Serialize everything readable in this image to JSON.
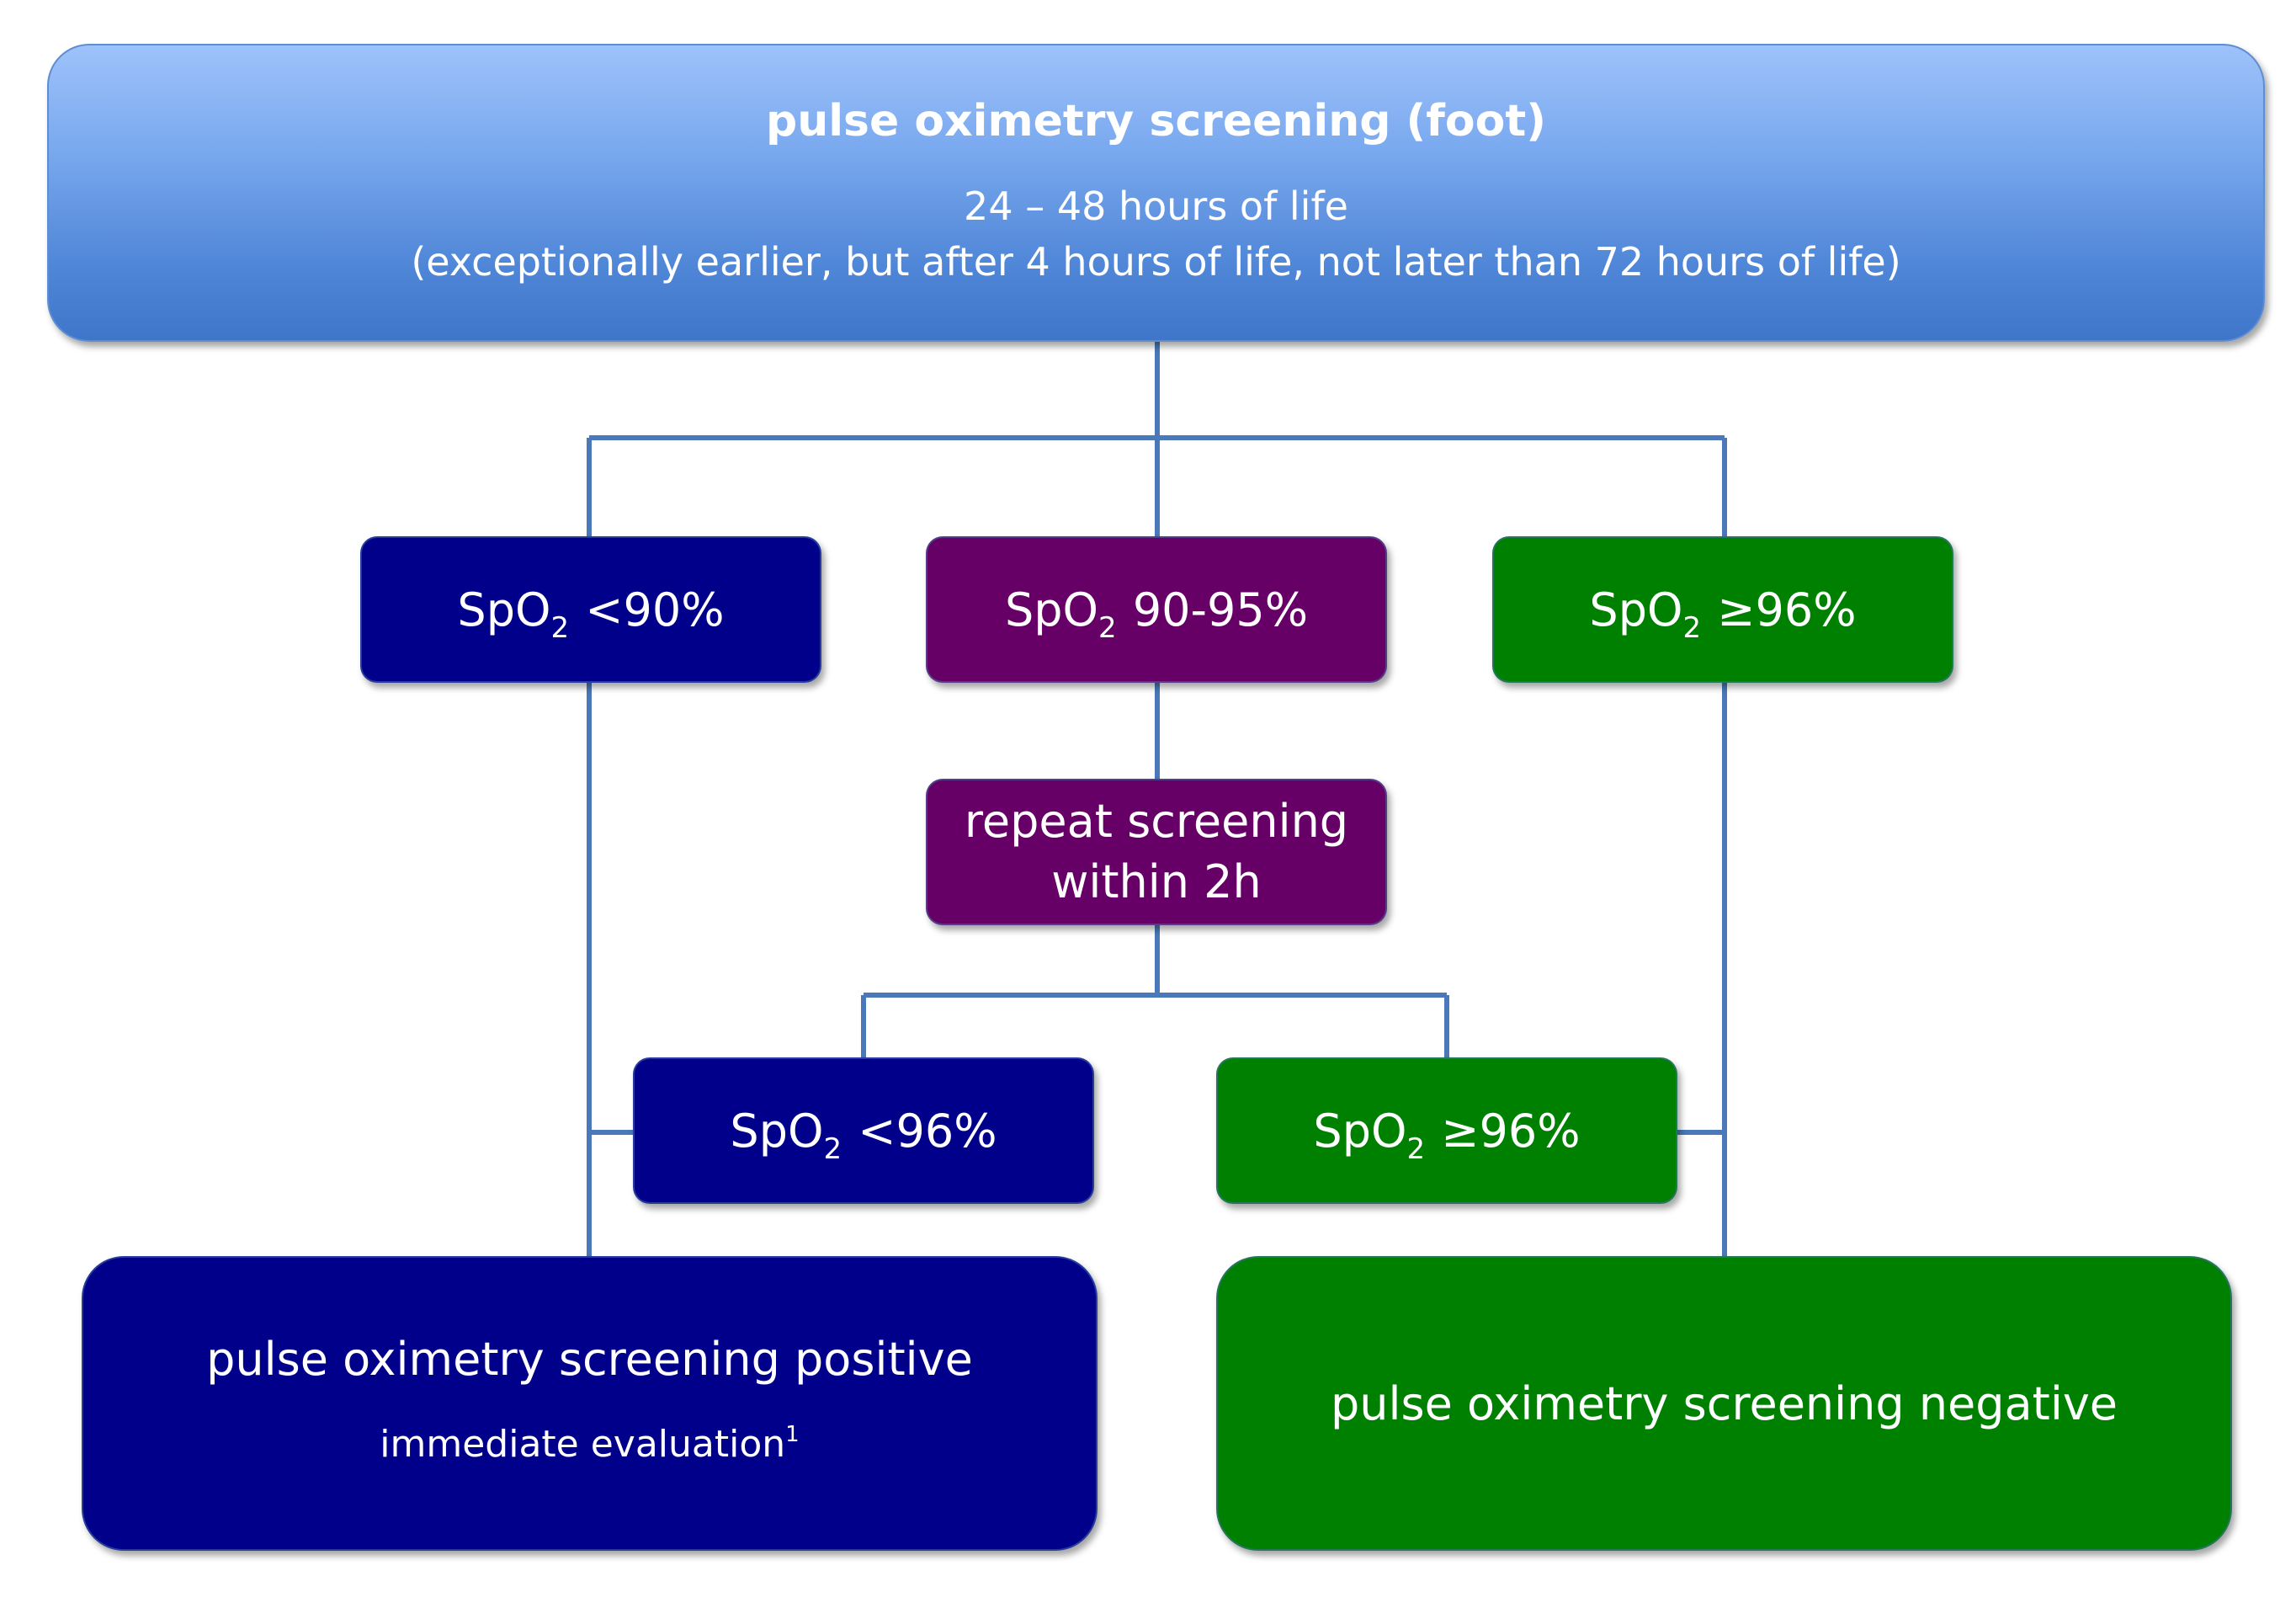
{
  "top": {
    "title": "pulse oximetry screening (foot)",
    "line1": "24 – 48 hours of life",
    "line2": "(exceptionally earlier, but after 4 hours of life, not later than 72 hours of life)"
  },
  "level1": {
    "low": {
      "prefix": "SpO",
      "sub": "2",
      "suffix": " <90%"
    },
    "mid": {
      "prefix": "SpO",
      "sub": "2",
      "suffix": " 90-95%"
    },
    "high": {
      "prefix": "SpO",
      "sub": "2",
      "suffix": " ≥96%"
    }
  },
  "repeat": {
    "line1": "repeat screening",
    "line2": "within 2h"
  },
  "level2": {
    "low": {
      "prefix": "SpO",
      "sub": "2",
      "suffix": " <96%"
    },
    "high": {
      "prefix": "SpO",
      "sub": "2",
      "suffix": " ≥96%"
    }
  },
  "outcomes": {
    "positive": {
      "title": "pulse oximetry screening positive",
      "sub": "immediate evaluation",
      "footnote": "1"
    },
    "negative": {
      "title": "pulse oximetry screening negative"
    }
  },
  "colors": {
    "navy": "#00008b",
    "purple": "#660066",
    "green": "#008000",
    "connector": "#4a78b8"
  }
}
